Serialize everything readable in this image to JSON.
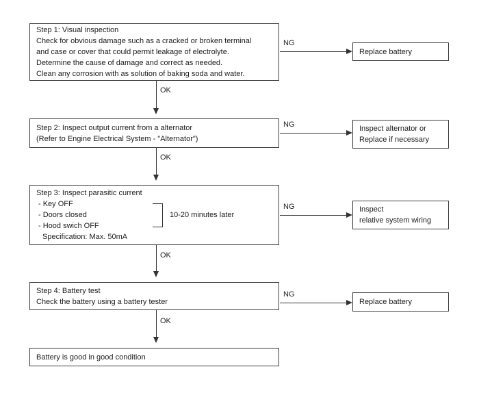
{
  "flowchart": {
    "title_semantic": "Battery inspection troubleshooting flowchart",
    "colors": {
      "background": "#ffffff",
      "line": "#333333",
      "border": "#3c3c3c",
      "text": "#1c1c1c"
    },
    "edge_labels": {
      "ok": "OK",
      "ng": "NG"
    },
    "steps": [
      {
        "lines": [
          "Step 1: Visual inspection",
          "Check for obvious damage such as a cracked or broken terminal",
          "and case or cover that could permit leakage of electrolyte.",
          "Determine the cause of damage and correct as needed.",
          "Clean any corrosion with as solution of baking soda and water."
        ]
      },
      {
        "lines": [
          "Step 2: Inspect output current from a alternator",
          "(Refer to Engine Electrical System - \"Alternator\")"
        ]
      },
      {
        "lines": [
          "Step 3: Inspect parasitic current",
          "- Key OFF",
          "- Doors closed",
          "- Hood swich OFF",
          "Specification: Max. 50mA"
        ],
        "bracket_note": "10-20 minutes later"
      },
      {
        "lines": [
          "Step 4: Battery test",
          "Check the battery using a battery tester"
        ]
      }
    ],
    "result": {
      "lines": [
        "Battery is good in good condition"
      ]
    },
    "ng_boxes": [
      {
        "lines": [
          "Replace battery"
        ]
      },
      {
        "lines": [
          "Inspect alternator or",
          "Replace if necessary"
        ]
      },
      {
        "lines": [
          "Inspect",
          "relative system wiring"
        ]
      },
      {
        "lines": [
          "Replace battery"
        ]
      }
    ]
  }
}
